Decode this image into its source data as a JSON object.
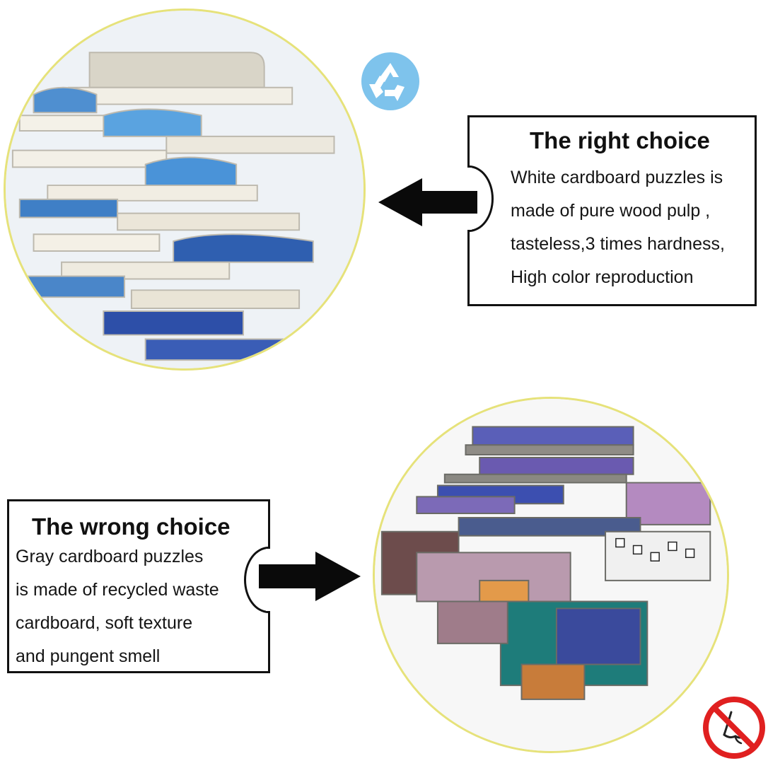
{
  "right_choice": {
    "title": "The right choice",
    "lines": [
      "White cardboard puzzles is",
      "made of pure wood pulp ,",
      "tasteless,3 times hardness,",
      "High color reproduction"
    ]
  },
  "wrong_choice": {
    "title": "The wrong choice",
    "lines": [
      "Gray cardboard puzzles",
      "is made of recycled waste",
      "cardboard, soft texture",
      "and pungent smell"
    ]
  },
  "icons": {
    "recycle": "recycle-icon",
    "no_smell": "no-smell-icon",
    "arrow_left": "arrow-left-icon",
    "arrow_right": "arrow-right-icon"
  },
  "colors": {
    "circle_border": "#e6e27a",
    "recycle_blue": "#7ec3ec",
    "no_sign_red": "#e02020"
  }
}
